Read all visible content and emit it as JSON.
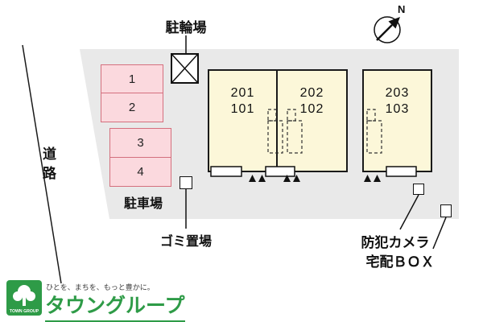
{
  "plan": {
    "compass_label": "N",
    "labels": {
      "bicycle": "駐輪場",
      "road": "道路",
      "parking": "駐車場",
      "garbage": "ゴミ置場",
      "camera": "防犯カメラ",
      "delivery": "宅配ＢＯＸ"
    },
    "parking_spots": [
      "1",
      "2",
      "3",
      "4"
    ],
    "units": [
      {
        "upper": "201",
        "lower": "101"
      },
      {
        "upper": "202",
        "lower": "102"
      },
      {
        "upper": "203",
        "lower": "103"
      }
    ]
  },
  "footer": {
    "tagline": "ひとを、まちを、もっと豊かに。",
    "brand": "タウングループ",
    "logo_text": "TOWN GROUP"
  },
  "colors": {
    "site_gray": "#e9e9e9",
    "parking_pink": "#fbd9de",
    "parking_border": "#d4707e",
    "unit_cream": "#fcf7d9",
    "brand_green": "#2e9b47"
  }
}
